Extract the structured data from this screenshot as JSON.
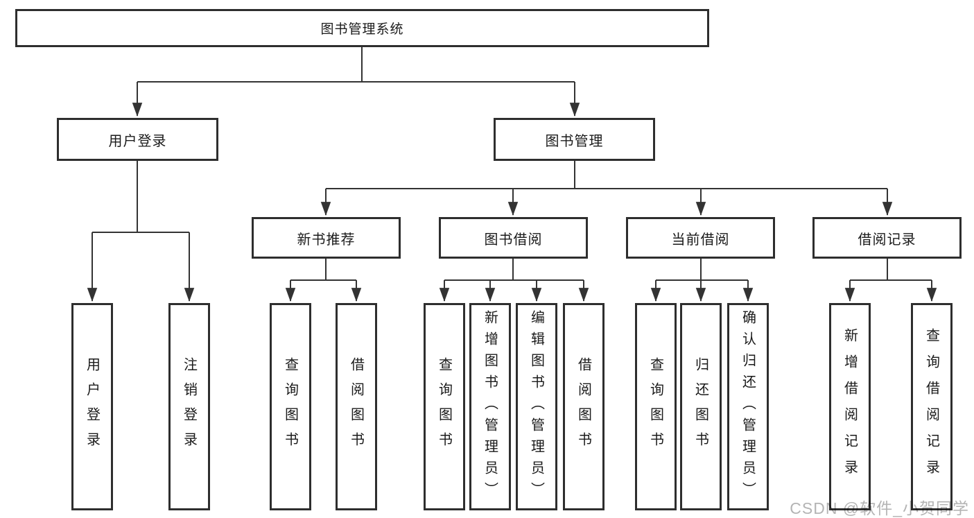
{
  "tree": {
    "root": {
      "label": "图书管理系统",
      "children": [
        {
          "label": "用户登录",
          "children": [
            {
              "label": "用户登录"
            },
            {
              "label": "注销登录"
            }
          ]
        },
        {
          "label": "图书管理",
          "children": [
            {
              "label": "新书推荐",
              "children": [
                {
                  "label": "查询图书"
                },
                {
                  "label": "借阅图书"
                }
              ]
            },
            {
              "label": "图书借阅",
              "children": [
                {
                  "label": "查询图书"
                },
                {
                  "label": "新增图书（管理员）"
                },
                {
                  "label": "编辑图书（管理员）"
                },
                {
                  "label": "借阅图书"
                }
              ]
            },
            {
              "label": "当前借阅",
              "children": [
                {
                  "label": "查询图书"
                },
                {
                  "label": "归还图书"
                },
                {
                  "label": "确认归还（管理员）"
                }
              ]
            },
            {
              "label": "借阅记录",
              "children": [
                {
                  "label": "新增借阅记录"
                },
                {
                  "label": "查询借阅记录"
                }
              ]
            }
          ]
        }
      ]
    }
  },
  "watermark": {
    "text": "CSDN @软件_小贺同学"
  },
  "colors": {
    "line": "#333333",
    "box_border": "#2e2e2e",
    "text": "#1a1a1a",
    "watermark": "#b4b4b4",
    "background": "#ffffff"
  }
}
